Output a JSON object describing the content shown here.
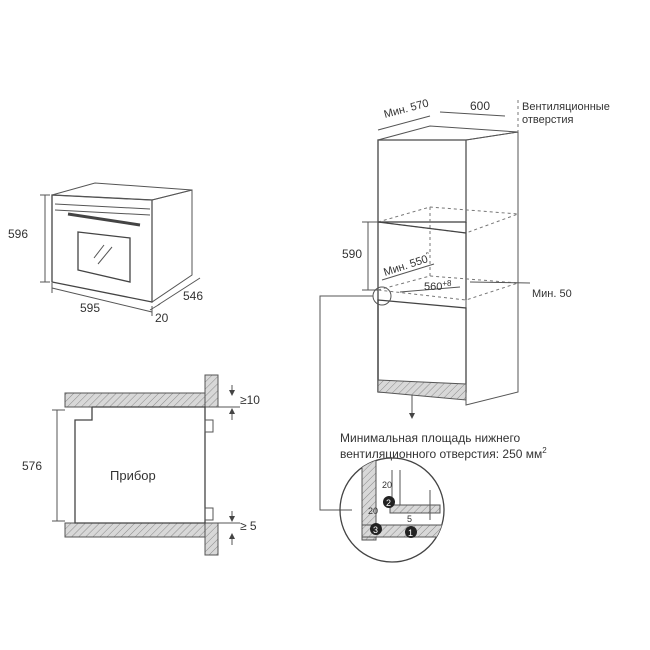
{
  "oven_3d": {
    "height": "596",
    "width": "595",
    "depth": "546",
    "door_offset": "20"
  },
  "side_section": {
    "appliance_label": "Прибор",
    "height": "576",
    "top_gap": "≥10",
    "bottom_gap": "≥ 5"
  },
  "cabinet": {
    "min_depth": "Мин. 570",
    "width": "600",
    "vent_label_line1": "Вентиляционные",
    "vent_label_line2": "отверстия",
    "niche_height": "590",
    "min_inner_depth": "Мин. 550",
    "min_inner_depth_sup": "\"",
    "niche_width": "560",
    "niche_width_sup": "+8",
    "min_gap": "Мин. 50"
  },
  "note": {
    "line1": "Минимальная площадь нижнего",
    "line2": "вентиляционного отверстия: 250 мм",
    "line2_sup": "2"
  },
  "detail": {
    "dim_top": "20",
    "dim_left": "20",
    "dim_small": "5",
    "marker1": "1",
    "marker2": "2",
    "marker3": "3"
  }
}
